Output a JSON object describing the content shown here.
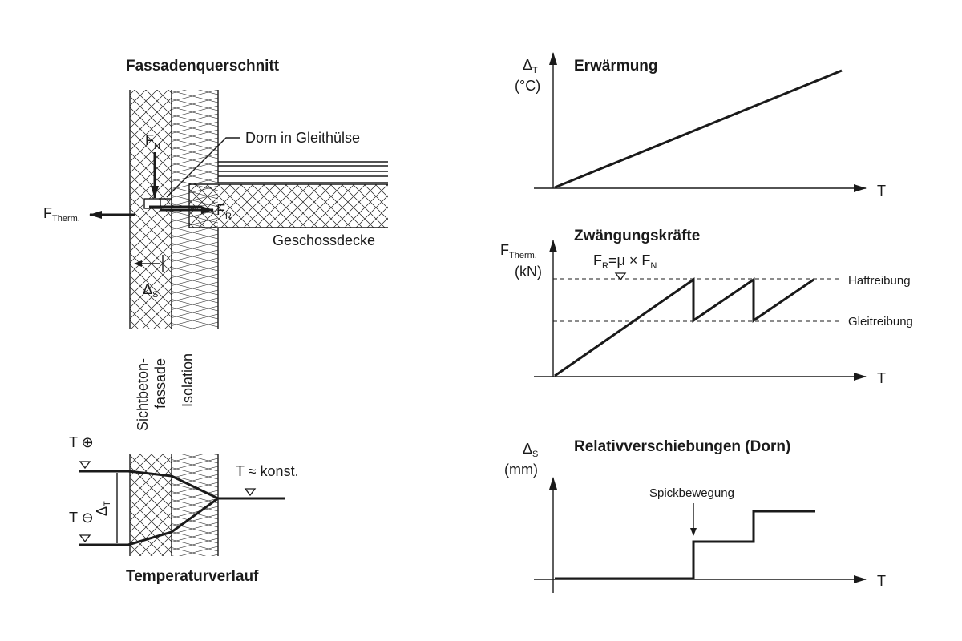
{
  "left": {
    "title": "Fassadenquerschnitt",
    "dowel_label": "Dorn in Gleithülse",
    "fn_label": "F",
    "fn_sub": "N",
    "ftherm_label": "F",
    "ftherm_sub": "Therm.",
    "fr_label": "F",
    "fr_sub": "R",
    "slab_label": "Geschossdecke",
    "ds_label": "Δ",
    "ds_sub": "S",
    "facade_label_1": "Sichtbeton-",
    "facade_label_2": "fassade",
    "insulation_label": "Isolation",
    "temp_plus": "T ⊕",
    "temp_minus": "T ⊖",
    "delta_t_label": "Δ",
    "delta_t_sub": "T",
    "temp_const": "T ≈ konst.",
    "temp_title": "Temperaturverlauf"
  },
  "charts": {
    "heating": {
      "title": "Erwärmung",
      "ylabel_main": "Δ",
      "ylabel_sub": "T",
      "ylabel_unit": "(°C)",
      "xlabel": "T"
    },
    "forces": {
      "title": "Zwängungskräfte",
      "ylabel_main": "F",
      "ylabel_sub": "Therm.",
      "ylabel_unit": "(kN)",
      "xlabel": "T",
      "formula_f": "F",
      "formula_r": "R",
      "formula_mid": "=μ × F",
      "formula_n": "N",
      "static_friction": "Haftreibung",
      "sliding_friction": "Gleitreibung"
    },
    "displacement": {
      "title": "Relativverschiebungen (Dorn)",
      "ylabel_main": "Δ",
      "ylabel_sub": "S",
      "ylabel_unit": "(mm)",
      "xlabel": "T",
      "annotation": "Spickbewegung"
    }
  }
}
